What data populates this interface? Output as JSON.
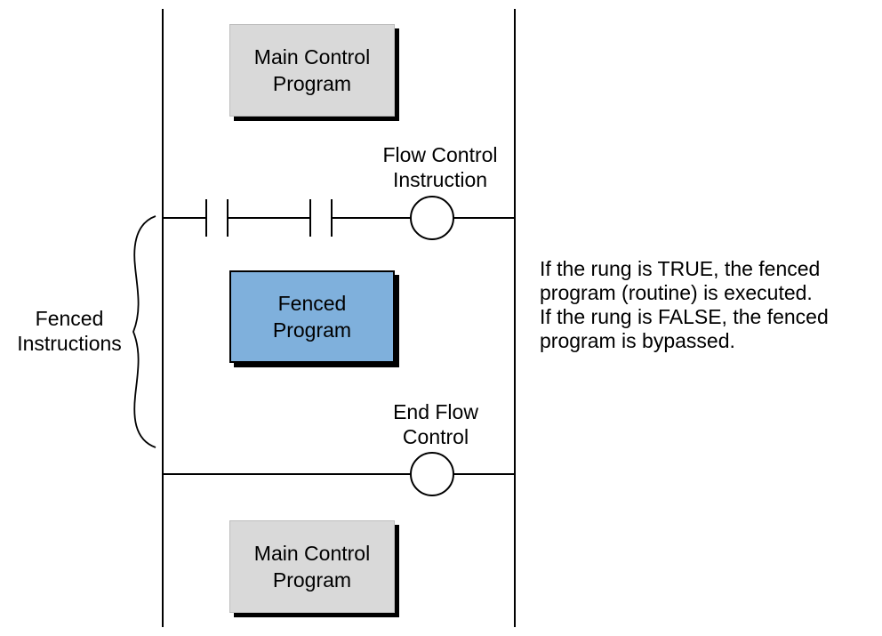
{
  "colors": {
    "main_program_fill": "#d9d9d9",
    "fenced_program_fill": "#7fb0dc",
    "line": "#000000"
  },
  "boxes": {
    "main_top": "Main Control\nProgram",
    "fenced": "Fenced\nProgram",
    "main_bottom": "Main Control\nProgram"
  },
  "labels": {
    "flow_control": "Flow Control\nInstruction",
    "end_flow_control": "End Flow\nControl",
    "fenced_instructions": "Fenced\nInstructions",
    "description": "If the rung is TRUE, the fenced\nprogram (routine) is executed.\nIf the rung is FALSE, the fenced\nprogram is bypassed."
  }
}
